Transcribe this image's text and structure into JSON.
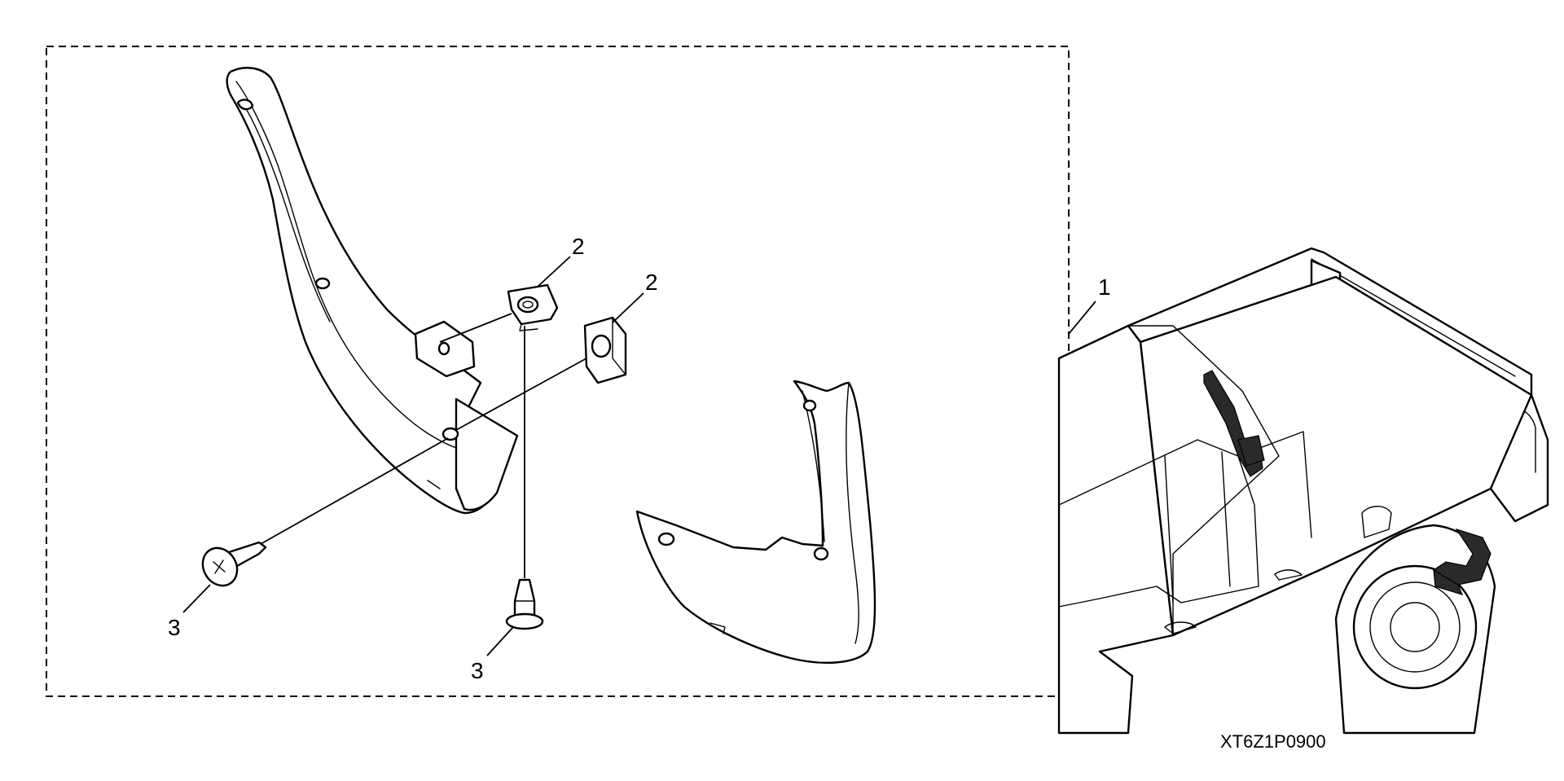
{
  "callouts": {
    "assembly": "1",
    "clip_upper": "2",
    "clip_lower": "2",
    "screw_left": "3",
    "screw_bottom": "3"
  },
  "diagram_code": "XT6Z1P0900",
  "colors": {
    "line": "#000000",
    "background": "#ffffff",
    "highlight": "#2a2a2a"
  }
}
